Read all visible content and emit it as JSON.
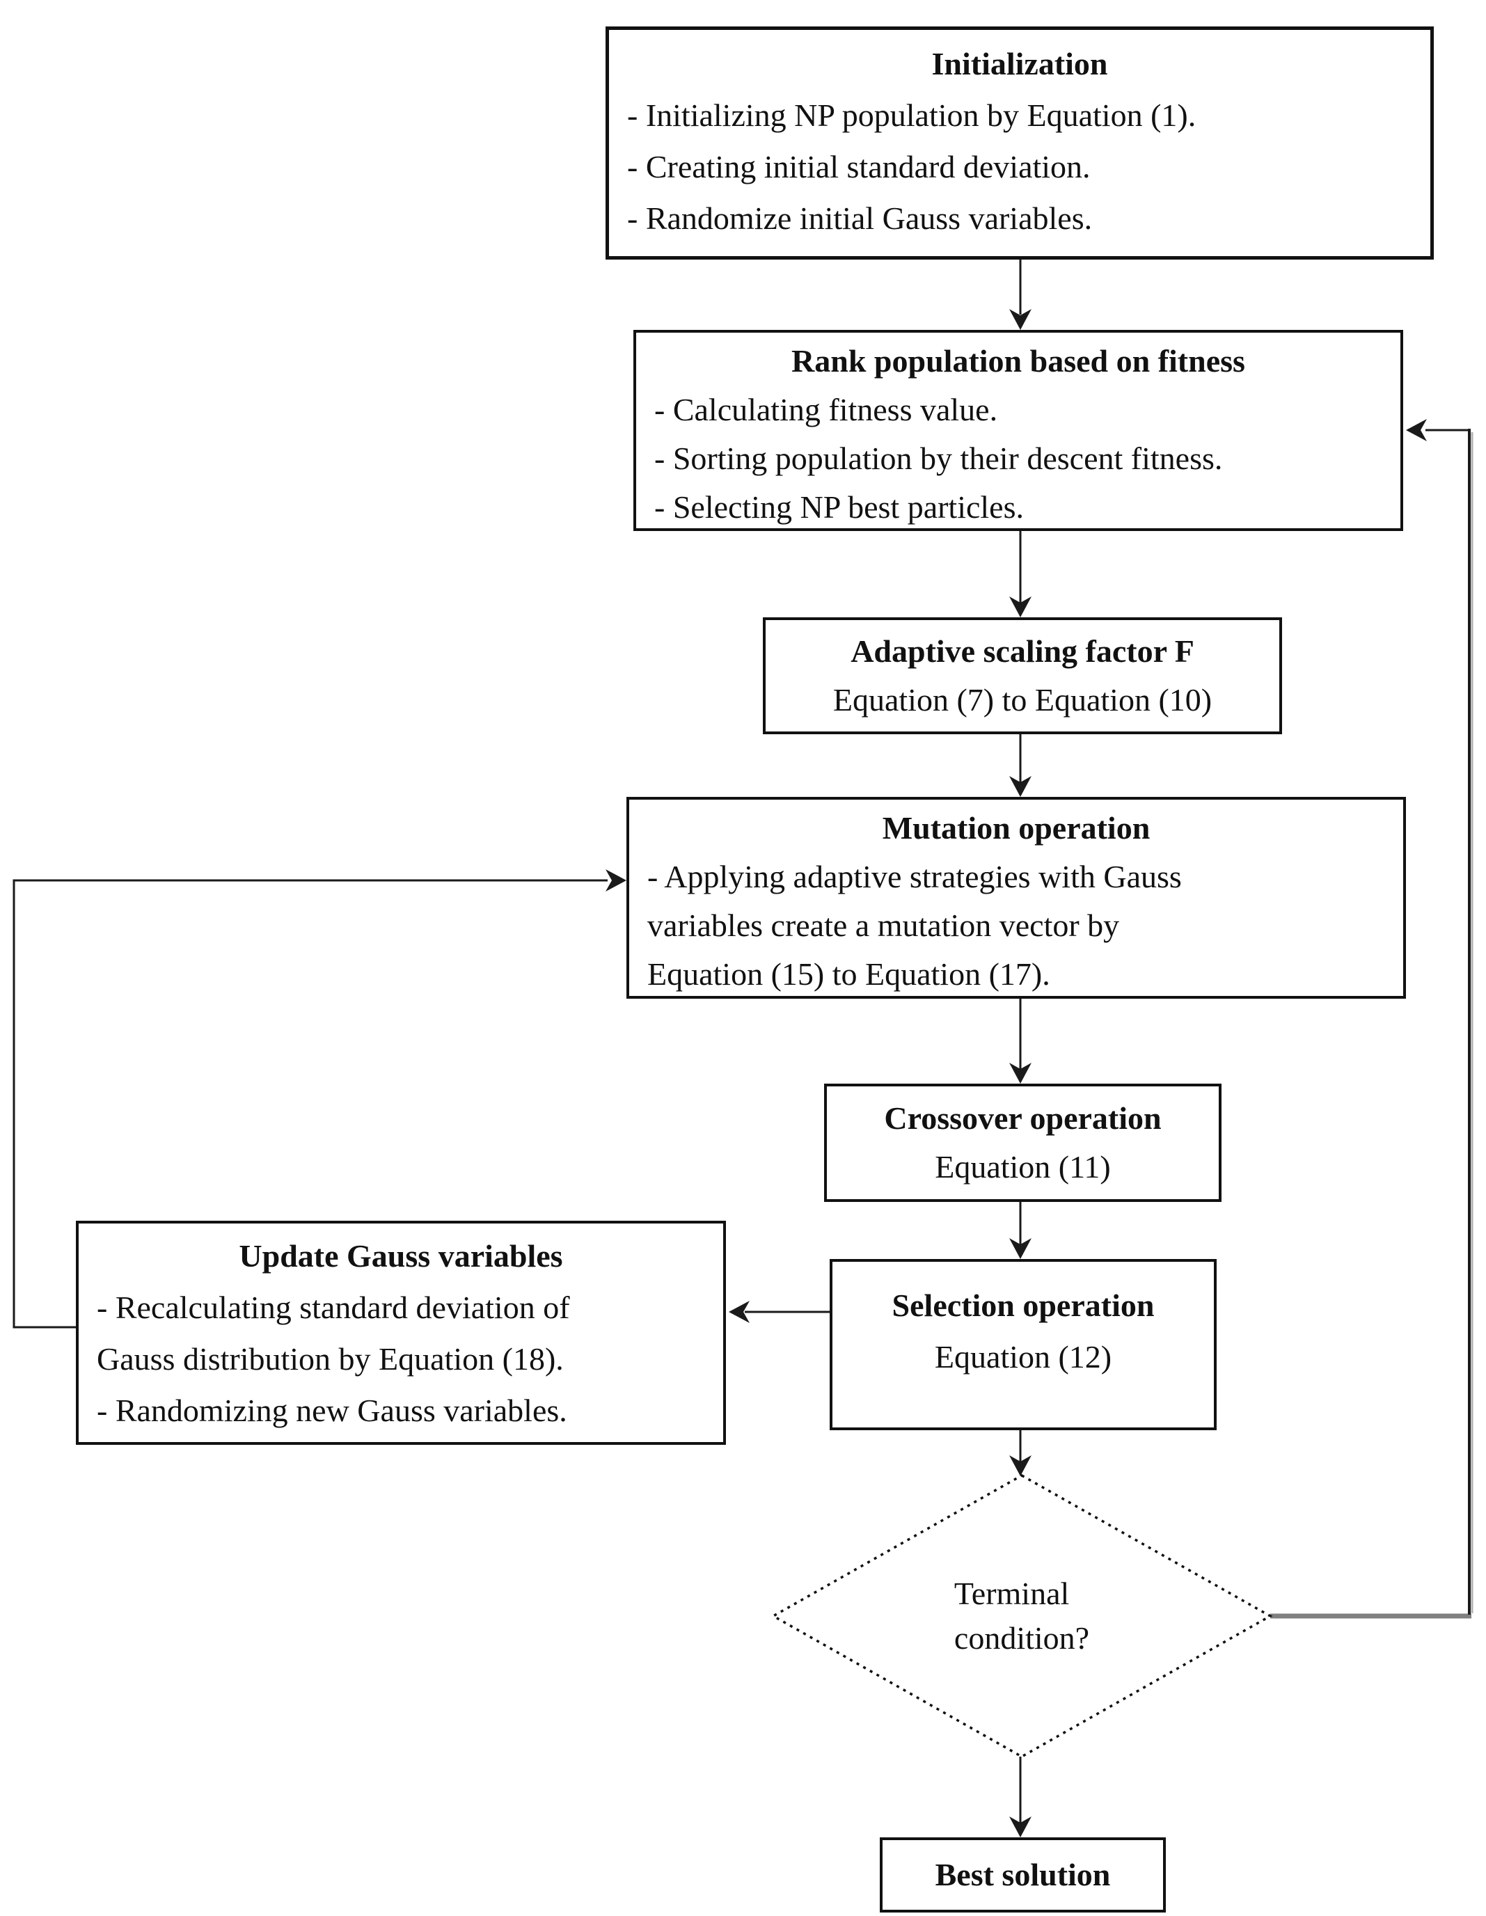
{
  "nodes": {
    "initialization": {
      "title": "Initialization",
      "lines": [
        "- Initializing NP population by Equation (1).",
        "- Creating initial standard deviation.",
        "- Randomize initial Gauss variables."
      ]
    },
    "rank": {
      "title": "Rank population based on fitness",
      "lines": [
        "- Calculating fitness value.",
        "- Sorting population by their descent fitness.",
        "- Selecting NP best particles."
      ]
    },
    "adaptive": {
      "title": "Adaptive scaling factor F",
      "line": "Equation (7) to Equation (10)"
    },
    "mutation": {
      "title": "Mutation operation",
      "lines": [
        "- Applying adaptive strategies with Gauss",
        "variables create a mutation vector by",
        "Equation (15) to Equation (17)."
      ]
    },
    "crossover": {
      "title": "Crossover operation",
      "line": "Equation (11)"
    },
    "selection": {
      "title": "Selection operation",
      "line": "Equation (12)"
    },
    "update": {
      "title": "Update Gauss variables",
      "lines": [
        "- Recalculating standard deviation of",
        "Gauss distribution by Equation (18).",
        "- Randomizing new Gauss variables."
      ]
    },
    "terminal": {
      "lines": [
        "Terminal",
        "condition?"
      ]
    },
    "best": {
      "title": "Best solution"
    }
  },
  "colors": {
    "line": "#1a1a1a",
    "loop_gray": "#808080",
    "text": "#111111",
    "background": "#ffffff"
  }
}
